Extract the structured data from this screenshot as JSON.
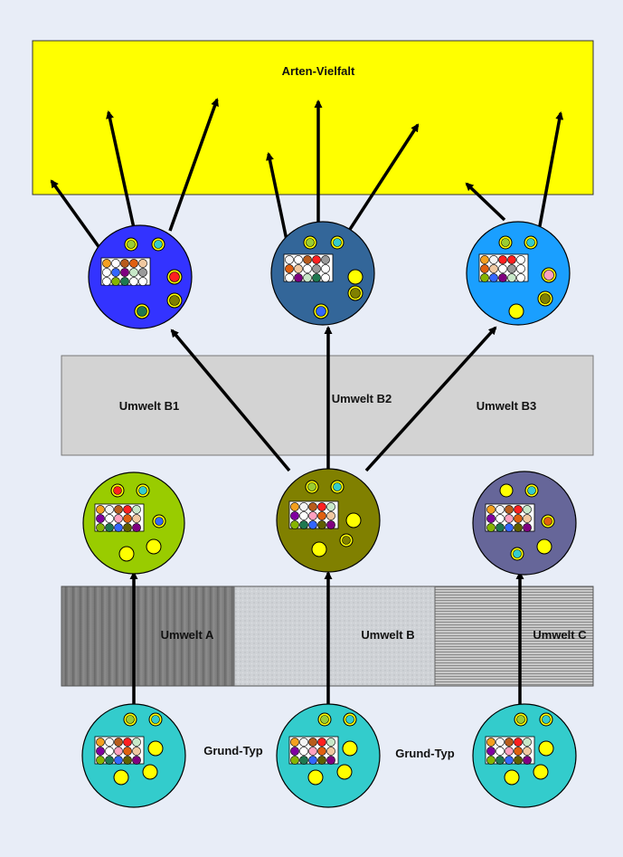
{
  "diagram": {
    "top_label": "Arten-Vielfalt",
    "env_b_labels": [
      "Umwelt B1",
      "Umwelt B2",
      "Umwelt B3"
    ],
    "env_a_labels": [
      "Umwelt A",
      "Umwelt B",
      "Umwelt C"
    ],
    "base_labels": [
      "Grund-Typ",
      "Grund-Typ"
    ]
  },
  "colors": {
    "background": "#e8edf7",
    "top_box": "#ffff00",
    "env_b_box": "#d3d3d3",
    "grundtyp": "#33cccc",
    "pop_a": "#99cc00",
    "pop_b": "#808000",
    "pop_c": "#666699",
    "species_b1": "#3333ff",
    "species_b2": "#336699",
    "species_b3": "#1a9fff",
    "dot_yellow": "#ffff00"
  },
  "icons": [
    "circle-population-icon",
    "arrow-up-icon",
    "gene-pool-icon"
  ]
}
